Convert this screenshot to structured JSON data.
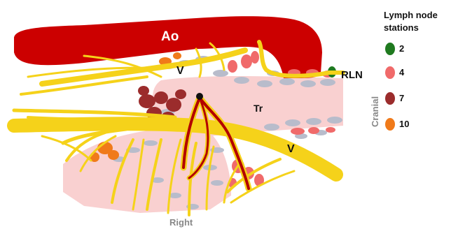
{
  "labels": {
    "aorta": "Ao",
    "vagus_upper": "V",
    "vagus_lower": "V",
    "trachea": "Tr",
    "rln": "RLN",
    "cranial": "Cranial",
    "right": "Right"
  },
  "legend": {
    "title_line1": "Lymph node",
    "title_line2": "stations",
    "items": [
      {
        "label": "2",
        "color": "#1f7a1f"
      },
      {
        "label": "4",
        "color": "#f06a6a"
      },
      {
        "label": "7",
        "color": "#9b2c2c"
      },
      {
        "label": "10",
        "color": "#f07a1a"
      }
    ]
  },
  "colors": {
    "aorta": "#cc0000",
    "nerve": "#f5d21a",
    "nerve_edge": "#d9b300",
    "trachea": "#f9d0d0",
    "cartilage": "#b8bccb",
    "vessel": "#b30000",
    "label_gray": "#888888"
  }
}
